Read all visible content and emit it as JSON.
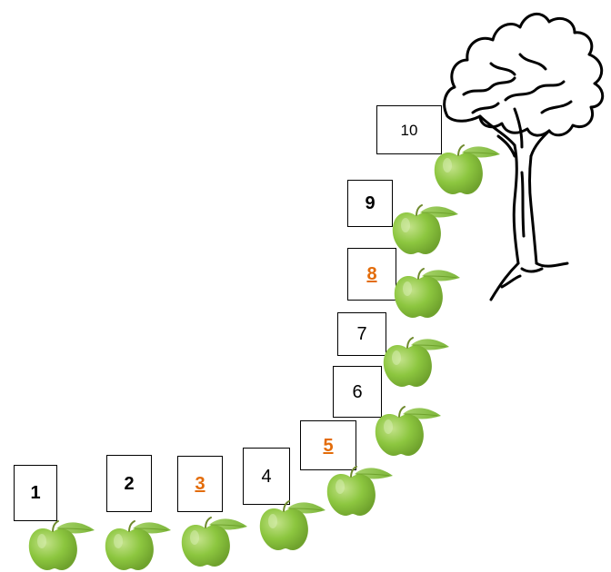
{
  "steps": [
    {
      "label": "1",
      "style": "bold"
    },
    {
      "label": "2",
      "style": "bold"
    },
    {
      "label": "3",
      "style": "accent"
    },
    {
      "label": "4",
      "style": "plain"
    },
    {
      "label": "5",
      "style": "accent"
    },
    {
      "label": "6",
      "style": "plain"
    },
    {
      "label": "7",
      "style": "plain"
    },
    {
      "label": "8",
      "style": "accent"
    },
    {
      "label": "9",
      "style": "bold"
    },
    {
      "label": "10",
      "style": "plain"
    }
  ],
  "colors": {
    "apple": "#8cc63f",
    "apple_dark": "#6fa22d",
    "accent": "#e36c0a",
    "outline": "#000000"
  },
  "icons": {
    "apple": "apple-icon",
    "tree": "tree-icon"
  }
}
